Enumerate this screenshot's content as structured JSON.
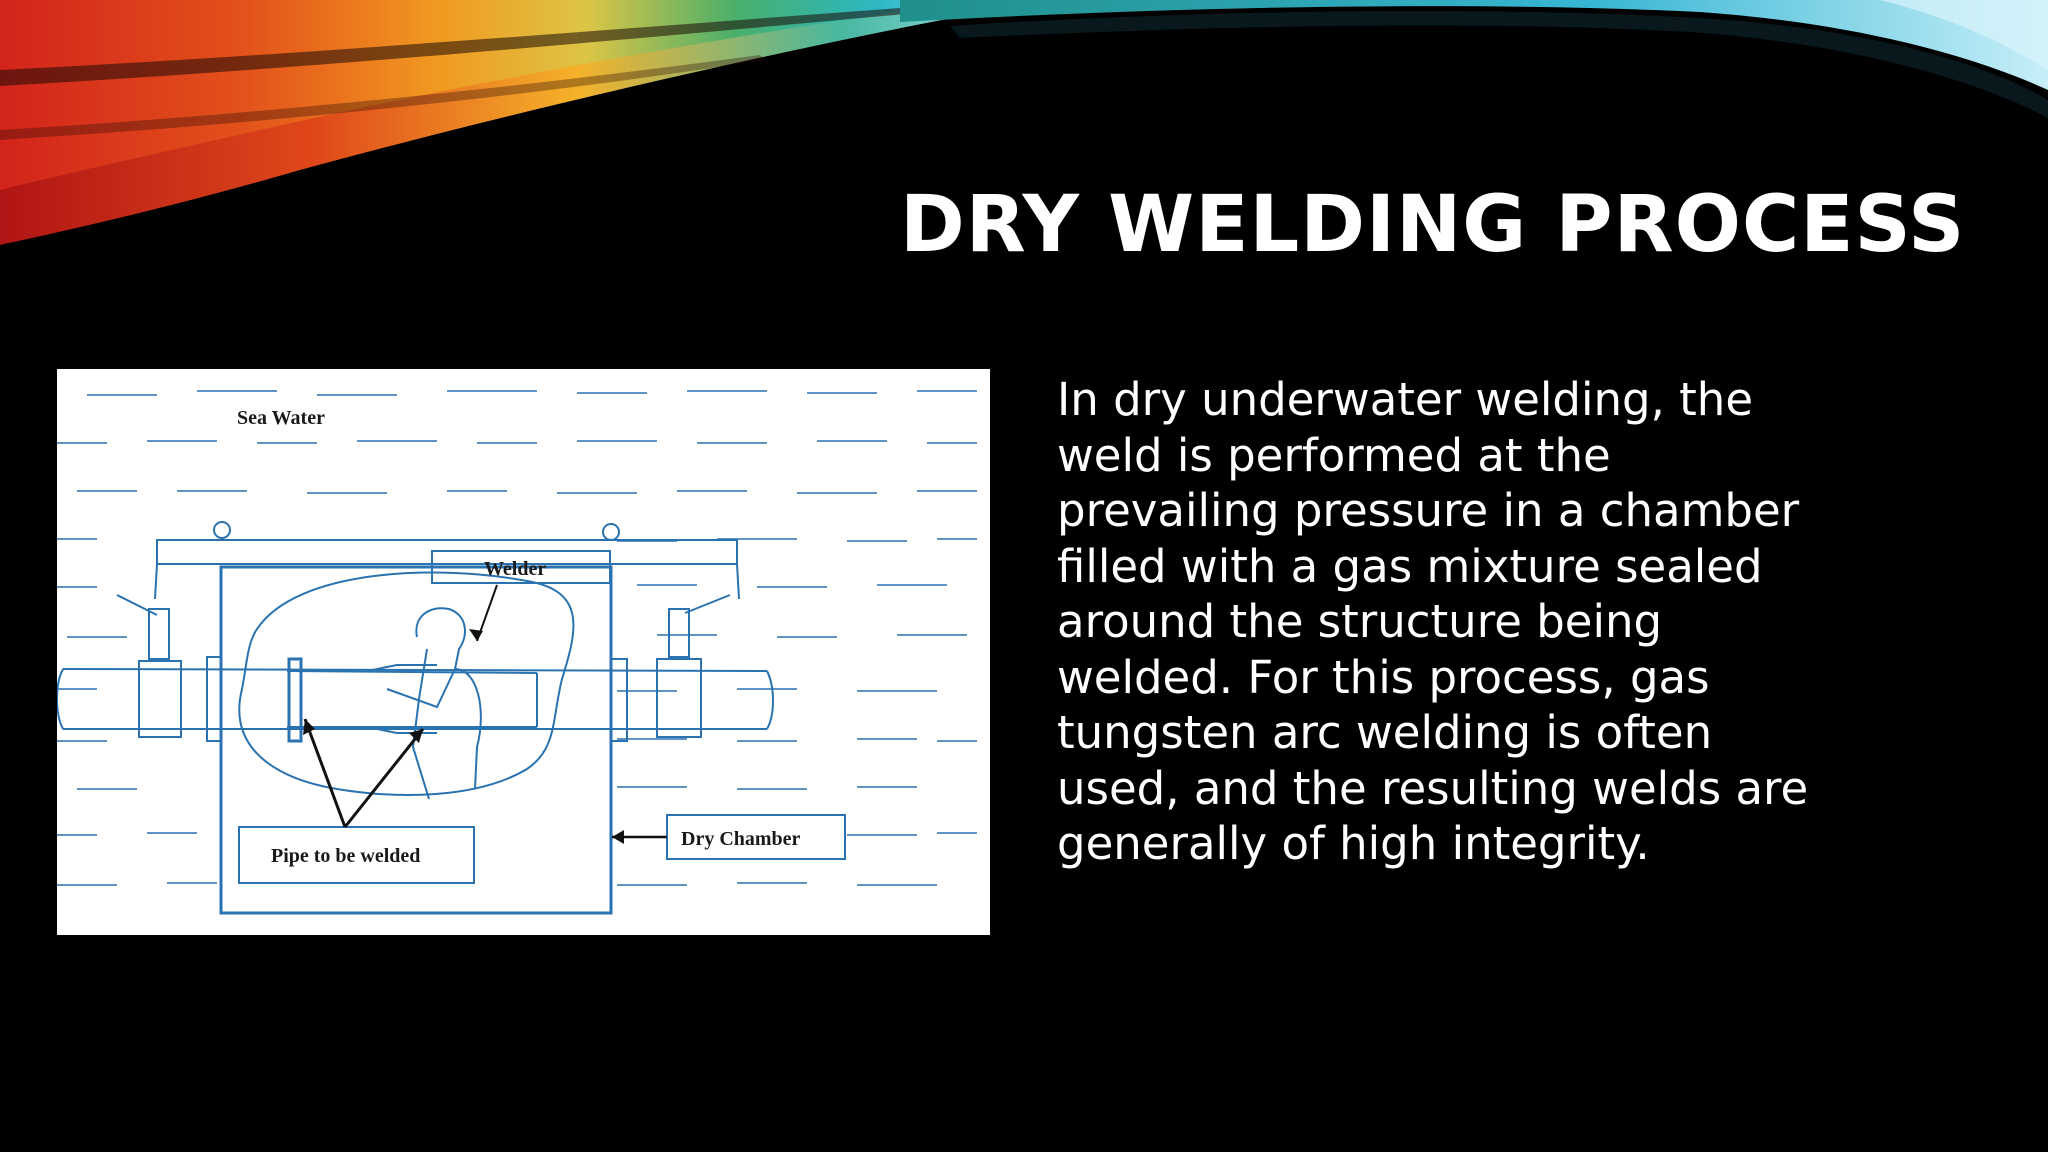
{
  "slide": {
    "title": "DRY WELDING PROCESS",
    "body_lines": [
      "In dry underwater welding, the",
      "weld is performed at the",
      "prevailing pressure in a chamber",
      "filled with a gas mixture sealed",
      "around the structure being",
      "welded. For this process, gas",
      "tungsten arc welding is often",
      "used, and the resulting welds are",
      "generally of high integrity."
    ]
  },
  "diagram": {
    "labels": {
      "sea_water": "Sea Water",
      "welder": "Welder",
      "pipe": "Pipe to be welded",
      "dry_chamber": "Dry Chamber"
    },
    "line_color": "#2a73b0"
  },
  "colors": {
    "background": "#000000",
    "text": "#ffffff"
  }
}
